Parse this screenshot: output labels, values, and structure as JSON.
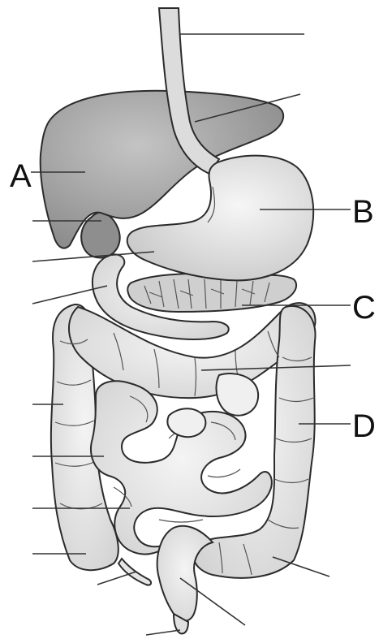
{
  "labels": {
    "a": "A",
    "b": "B",
    "c": "C",
    "d": "D"
  },
  "colors": {
    "liver": "#a6a6a6",
    "stomach": "#e4e4e4",
    "gallbladder": "#8a8a8a",
    "pancreas": "#bdbdbd",
    "intestine": "#ececec",
    "colon": "#e0e0e0",
    "outline": "#2b2b2b"
  }
}
